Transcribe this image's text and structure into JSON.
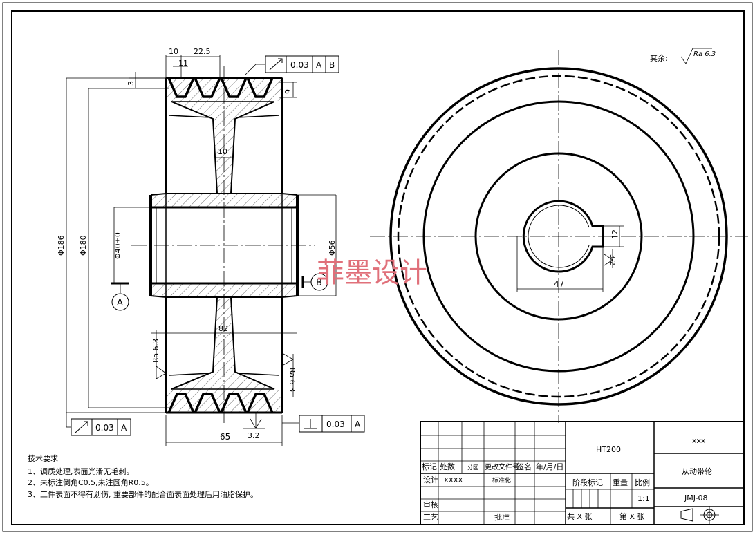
{
  "drawing": {
    "roughness_note_prefix": "其余:",
    "roughness_default": "Ra 6.3",
    "watermark": "菲墨设计"
  },
  "dimensions": {
    "groove_offset": "10",
    "groove_pitch": "22.5",
    "groove_top_width": "11",
    "groove_depth_top": "3",
    "groove_depth": "9",
    "web_thickness": "10",
    "outer_diameter": "Φ186",
    "datum_diameter": "Φ180",
    "bore_diameter": "Φ40±0",
    "hub_diameter": "Φ56",
    "hub_length": "82",
    "width": "65",
    "roughness_left": "Ra 6.3",
    "roughness_right": "Ra 6.3",
    "roughness_bottom": "3.2",
    "keyway_width": "12",
    "keyway_depth": "47",
    "keyway_roughness": "3.2"
  },
  "tolerances": {
    "top": {
      "value": "0.03",
      "datums": [
        "A",
        "B"
      ],
      "symbol": "runout-icon"
    },
    "bottom_left": {
      "value": "0.03",
      "datums": [
        "A"
      ],
      "symbol": "runout-icon"
    },
    "bottom_right": {
      "value": "0.03",
      "datums": [
        "A"
      ],
      "symbol": "perpendicularity-icon"
    }
  },
  "datums": {
    "a": "A",
    "b": "B"
  },
  "tech_requirements": {
    "title": "技术要求",
    "items": [
      "1、调质处理,表面光滑无毛刺。",
      "2、未标注倒角C0.5,未注圆角R0.5。",
      "3、工件表面不得有划伤, 重要部件的配合面表面处理后用油脂保护。"
    ]
  },
  "title_block": {
    "material": "HT200",
    "company": "xxx",
    "part_name": "从动带轮",
    "drawing_number": "JMJ-08",
    "scale": "1:1",
    "headers": {
      "mark": "标记",
      "count": "处数",
      "zone": "分区",
      "change_doc": "更改文件号",
      "signature": "签名",
      "date": "年/月/日"
    },
    "designer_label": "设计",
    "designer": "XXXX",
    "standardization": "标准化",
    "review": "审核",
    "process": "工艺",
    "approve": "批准",
    "stage_mark": "阶段标记",
    "weight": "重量",
    "scale_label": "比例",
    "sheets_total": "共 X 张",
    "sheet_number": "第 X 张"
  }
}
